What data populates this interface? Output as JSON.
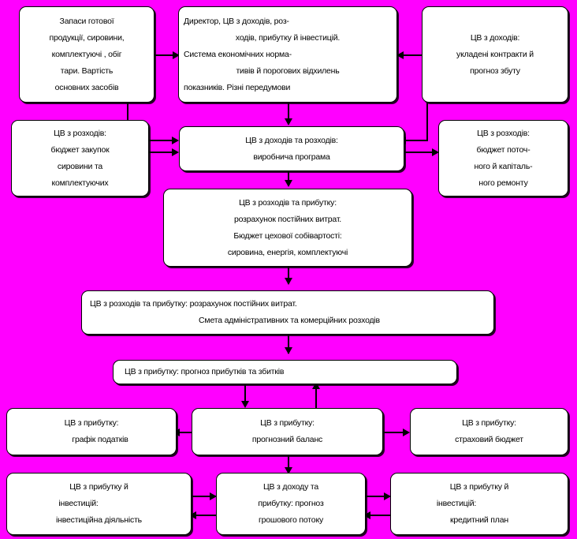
{
  "diagram": {
    "title": "Budget system flowchart (Ukrainian)",
    "background_color": "#ff00ff",
    "node_fill_color": "#ffffff",
    "node_border_color": "#000000",
    "connector_color": "#000000",
    "nodes": [
      {
        "id": "inventory",
        "name": "node-inventory",
        "lines": [
          "Запаси готової",
          "продукції, сировини,",
          "комплектуючі , обіг",
          "тари. Вартість",
          "основних засобів"
        ],
        "align": "center"
      },
      {
        "id": "director",
        "name": "node-director",
        "lines": [
          "Директор, ЦВ з доходів, роз-",
          "ходів, прибутку й інвестицій.",
          "Система економічних норма-",
          "тивів й порогових відхилень",
          "показників. Різні передумови"
        ],
        "align": "mixed"
      },
      {
        "id": "income-contracts",
        "name": "node-income-contracts",
        "lines": [
          "ЦВ з доходів:",
          "укладені контракти й",
          "прогноз збуту"
        ],
        "align": "center"
      },
      {
        "id": "purchase-budget",
        "name": "node-purchase-budget",
        "lines": [
          "ЦВ з розходів:",
          "бюджет закупок",
          "сировини та",
          "комплектуючих"
        ],
        "align": "center"
      },
      {
        "id": "production-program",
        "name": "node-production-program",
        "lines": [
          "ЦВ з доходів та розходів:",
          "виробнича програма"
        ],
        "align": "center"
      },
      {
        "id": "repair-budget",
        "name": "node-repair-budget",
        "lines": [
          "ЦВ з розходів:",
          "бюджет поточ-",
          "ного й капіталь-",
          "ного ремонту"
        ],
        "align": "center"
      },
      {
        "id": "shop-cost",
        "name": "node-shop-cost",
        "lines": [
          "ЦВ з розходів та прибутку:",
          "розрахунок постійних витрат.",
          "Бюджет цехової собівартості:",
          "сировина, енергія, комплектуючі"
        ],
        "align": "center"
      },
      {
        "id": "admin-cost",
        "name": "node-admin-cost",
        "lines": [
          "ЦВ з розходів та прибутку: розрахунок постійних витрат.",
          "Смета адміністративних та комерційних розходів"
        ],
        "align": "mixed"
      },
      {
        "id": "profit-loss",
        "name": "node-profit-loss",
        "lines": [
          "ЦВ з прибутку: прогноз прибутків та збитків"
        ],
        "align": "left"
      },
      {
        "id": "tax-schedule",
        "name": "node-tax-schedule",
        "lines": [
          "ЦВ з прибутку:",
          "графік податків"
        ],
        "align": "center"
      },
      {
        "id": "forecast-balance",
        "name": "node-forecast-balance",
        "lines": [
          "ЦВ з прибутку:",
          "прогнозний баланс"
        ],
        "align": "center"
      },
      {
        "id": "insurance-budget",
        "name": "node-insurance-budget",
        "lines": [
          "ЦВ з прибутку:",
          "страховий бюджет"
        ],
        "align": "center"
      },
      {
        "id": "investment-activity",
        "name": "node-investment-activity",
        "lines": [
          "ЦВ з прибутку й",
          "інвестицій:",
          "інвестиційна діяльність"
        ],
        "align": "center"
      },
      {
        "id": "cash-flow",
        "name": "node-cash-flow",
        "lines": [
          "ЦВ з доходу та",
          "прибутку: прогноз",
          "грошового потоку"
        ],
        "align": "center"
      },
      {
        "id": "credit-plan",
        "name": "node-credit-plan",
        "lines": [
          "ЦВ з прибутку й",
          "інвестицій:",
          "кредитний план"
        ],
        "align": "center"
      }
    ]
  }
}
